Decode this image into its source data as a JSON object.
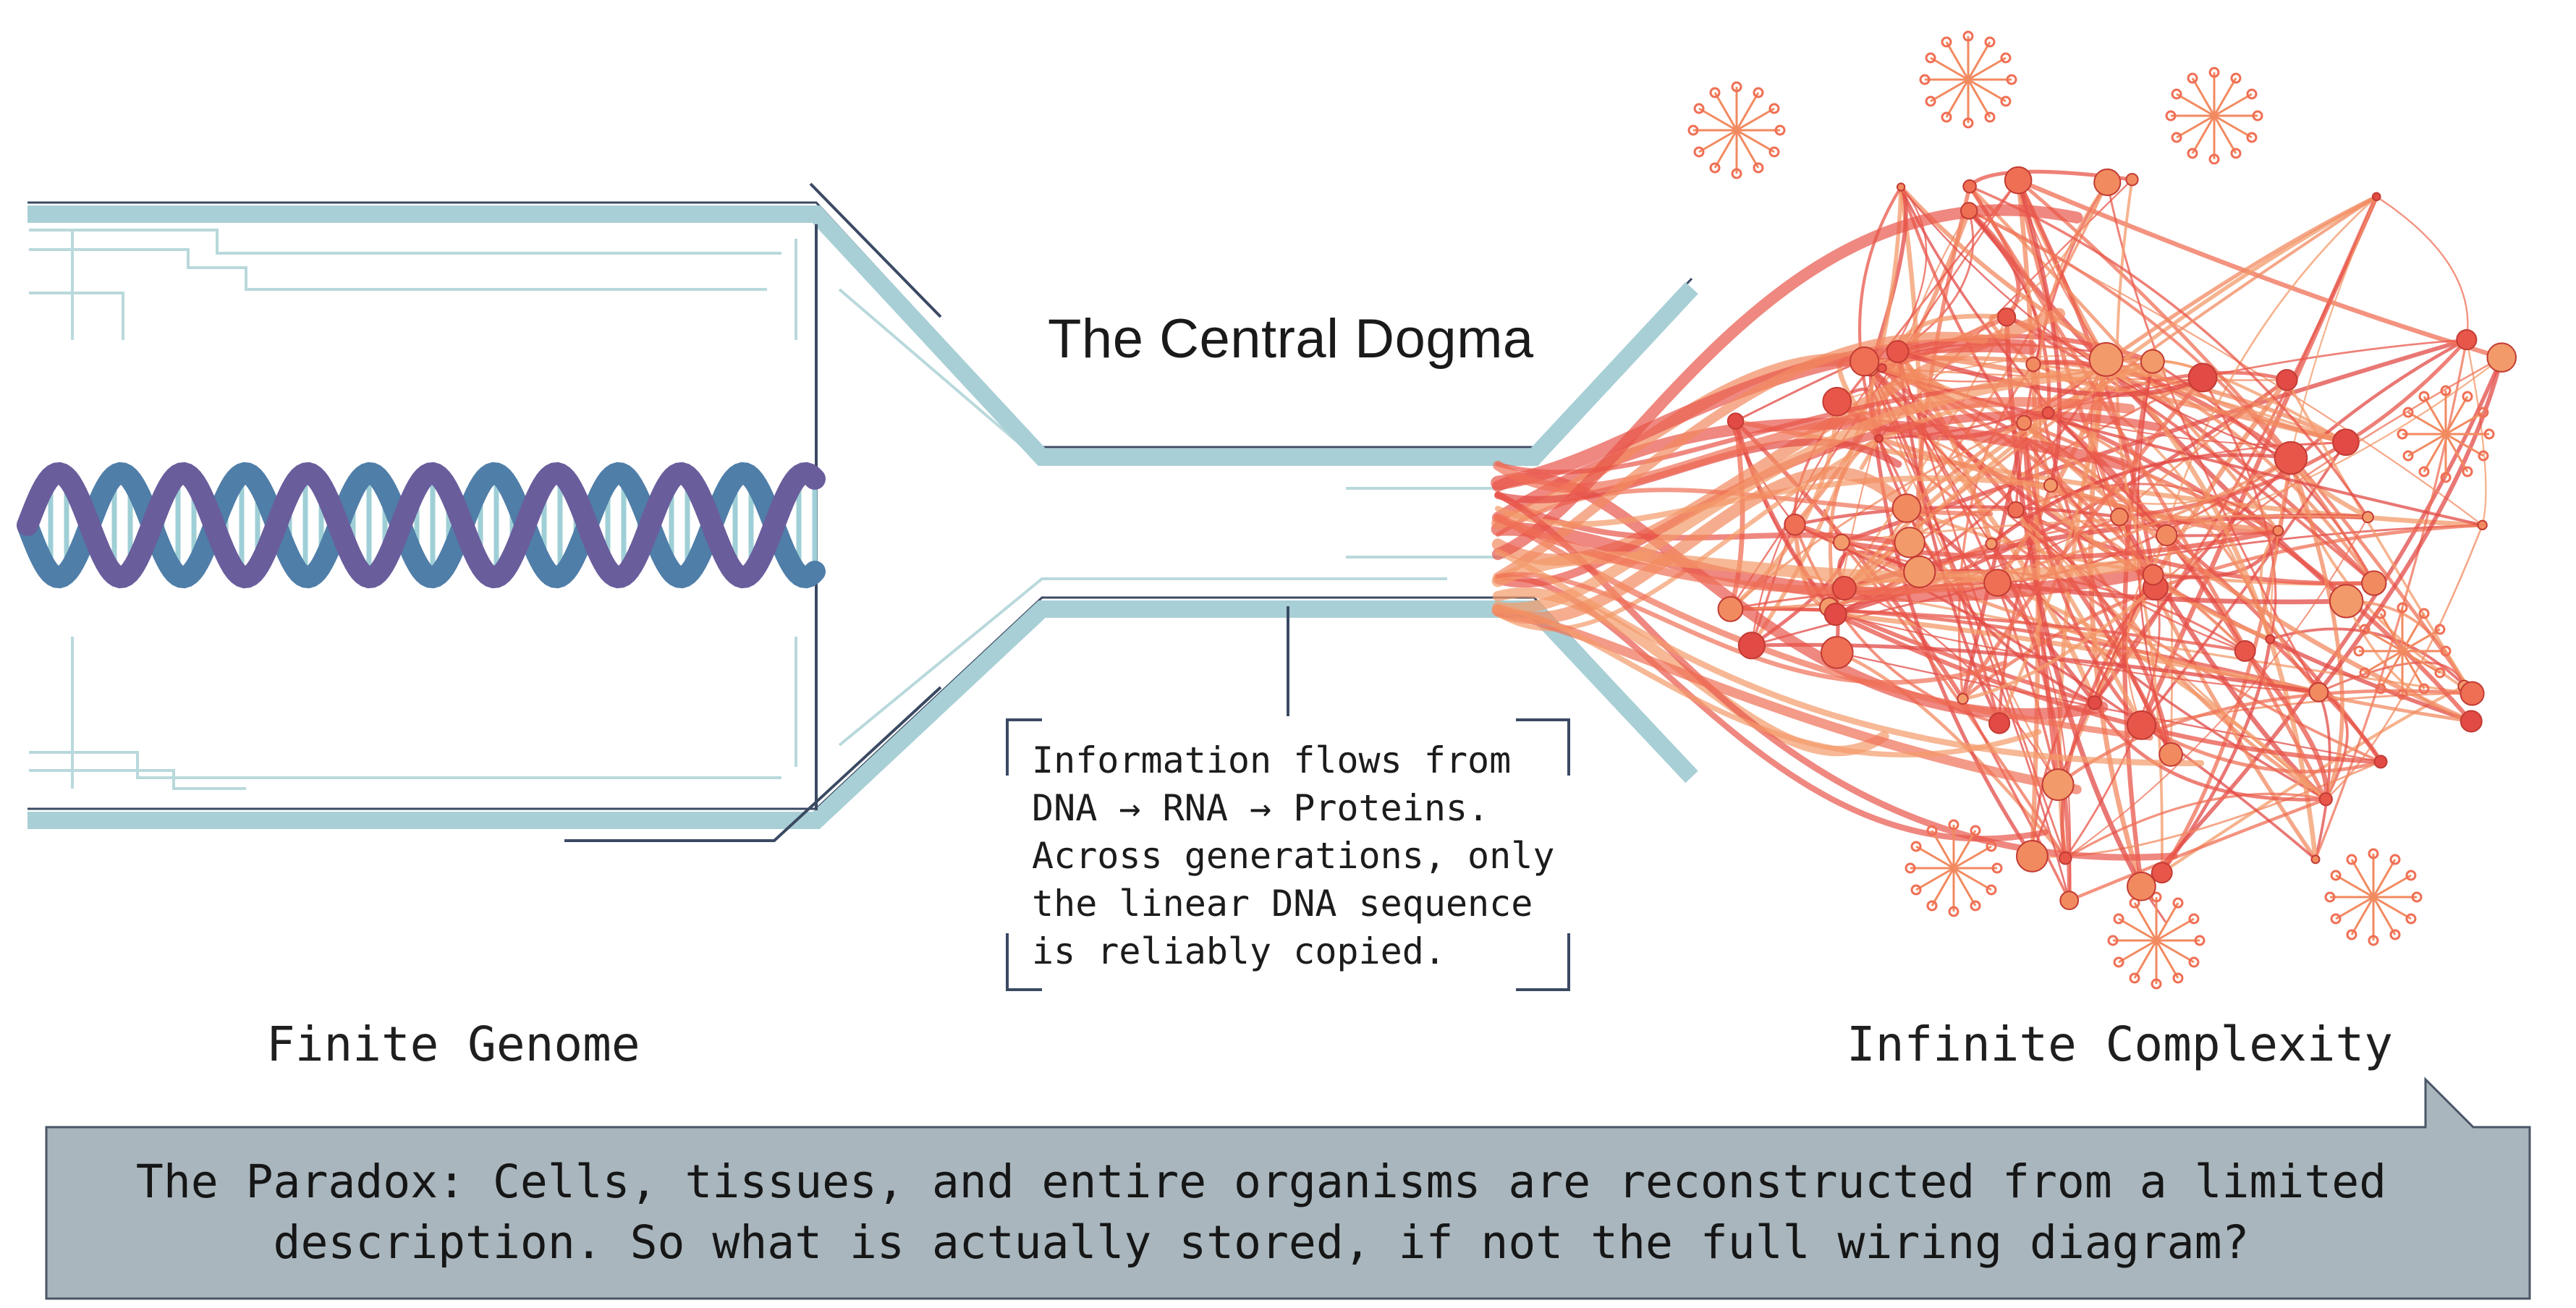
{
  "title": "The Central Dogma",
  "left_label": "Finite Genome",
  "right_label": "Infinite Complexity",
  "info_box": {
    "lines": [
      "Information flows from",
      "DNA → RNA → Proteins.",
      "Across generations, only",
      "the linear DNA sequence",
      "is reliably copied."
    ]
  },
  "paradox": {
    "lines": [
      "The Paradox: Cells, tissues, and entire organisms are reconstructed from a limited",
      "description. So what is actually stored, if not the full wiring diagram?"
    ]
  },
  "colors": {
    "tube": "#a8cfd6",
    "tube_outline": "#3b4a63",
    "dna_blue": "#4f7ea8",
    "dna_purple": "#6a5d9c",
    "network_red": "#e8564a",
    "network_orange": "#f39a6a",
    "banner": "#a9b6bd"
  }
}
